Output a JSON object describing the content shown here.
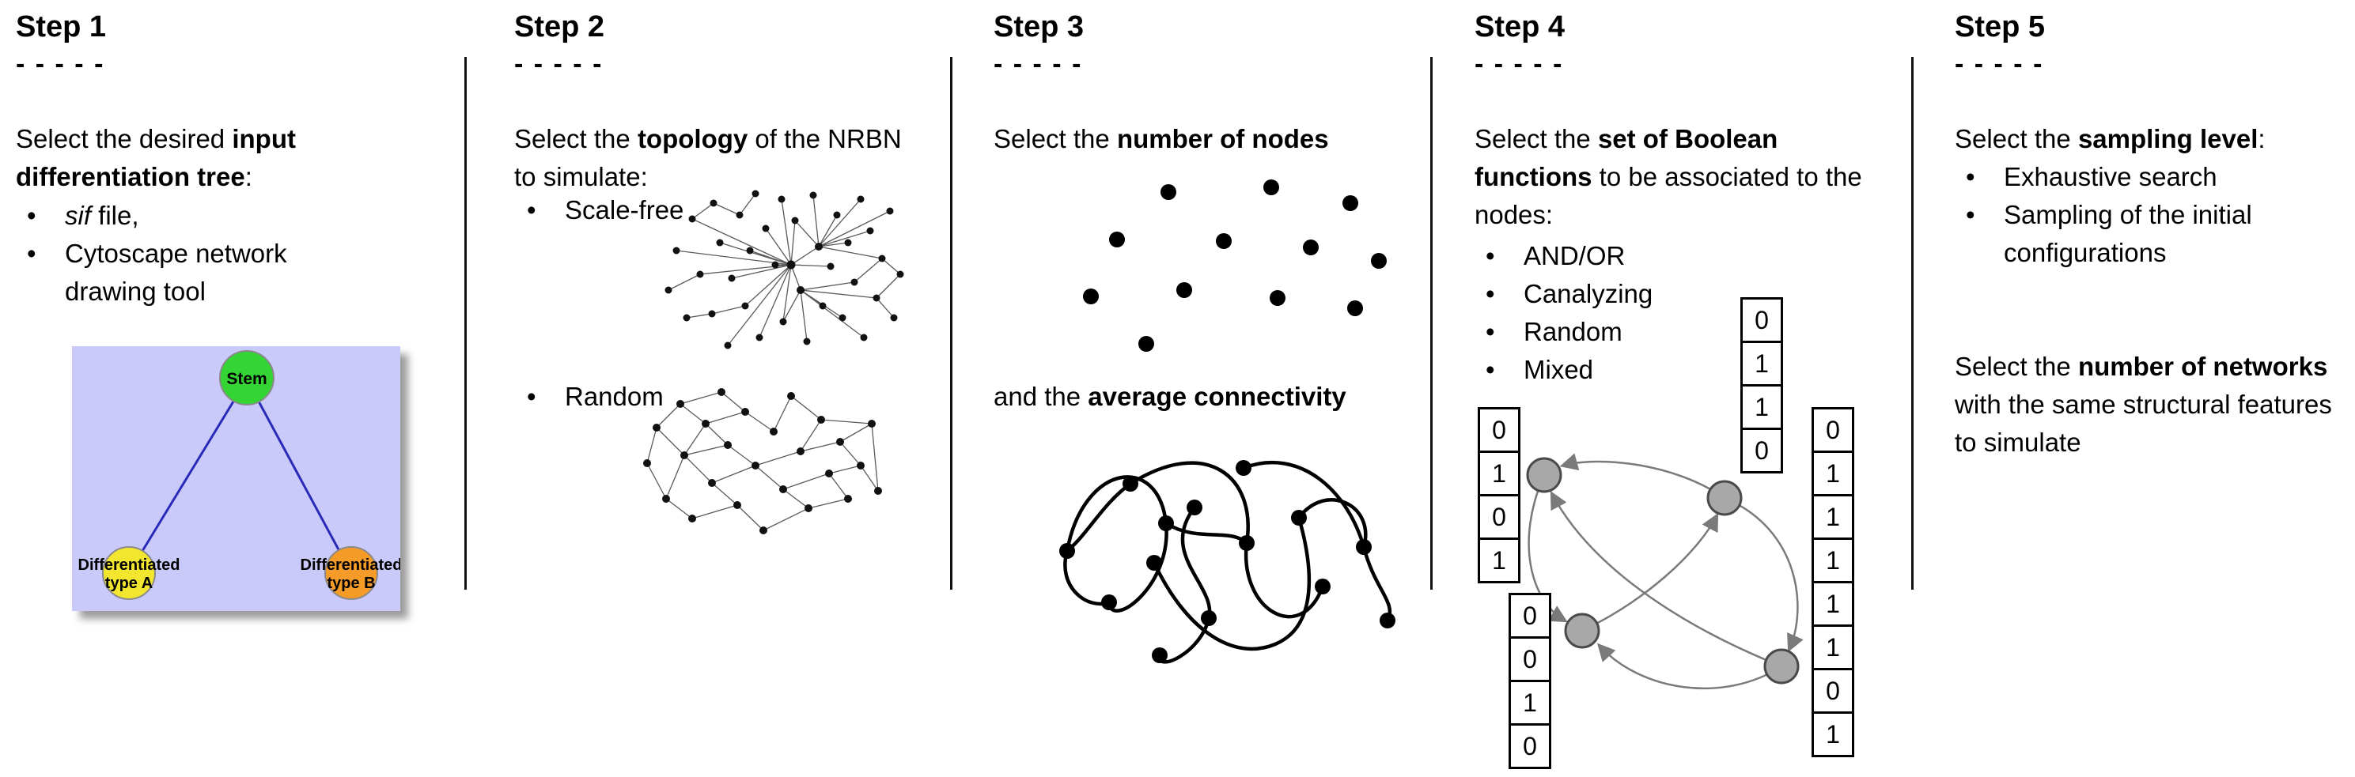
{
  "figure": {
    "type": "workflow-diagram",
    "panel_count": 5
  },
  "colors": {
    "tree_background": "#c9c9fa",
    "stem_node": "#33d433",
    "type_a_node": "#f2e72e",
    "type_b_node": "#f59b28",
    "tree_edge": "#2a2ab8",
    "boolean_node": "#a8a8a8",
    "arrow": "#7a7a7a",
    "text": "#000000"
  },
  "steps": [
    {
      "title": "Step 1",
      "dashes": "- - - - -",
      "intro": [
        {
          "text": "Select the desired "
        },
        {
          "text": "input differentiation tree",
          "bold": true
        },
        {
          "text": ":"
        }
      ],
      "bullets": [
        {
          "segments": [
            {
              "text": "sif",
              "italic": true
            },
            {
              "text": " file,"
            }
          ]
        },
        {
          "segments": [
            {
              "text": "Cytoscape network drawing tool"
            }
          ]
        }
      ],
      "tree": {
        "root": "Stem",
        "leaf_a_line1": "Differentiated",
        "leaf_a_line2": "type A",
        "leaf_b_line1": "Differentiated",
        "leaf_b_line2": "type B"
      }
    },
    {
      "title": "Step 2",
      "dashes": "- - - - -",
      "intro": [
        {
          "text": "Select the "
        },
        {
          "text": "topology",
          "bold": true
        },
        {
          "text": " of the NRBN to simulate:"
        }
      ],
      "bullets": [
        {
          "label": "Scale-free"
        },
        {
          "label": "Random"
        }
      ]
    },
    {
      "title": "Step 3",
      "dashes": "- - - - -",
      "intro": [
        {
          "text": "Select the "
        },
        {
          "text": "number of nodes",
          "bold": true
        }
      ],
      "second": [
        {
          "text": "and the "
        },
        {
          "text": "average connectivity",
          "bold": true
        }
      ]
    },
    {
      "title": "Step 4",
      "dashes": "- - - - -",
      "intro": [
        {
          "text": "Select the "
        },
        {
          "text": "set of Boolean functions",
          "bold": true
        },
        {
          "text": " to be associated to the nodes:"
        }
      ],
      "bullets": [
        {
          "label": "AND/OR"
        },
        {
          "label": "Canalyzing"
        },
        {
          "label": "Random"
        },
        {
          "label": "Mixed"
        }
      ],
      "truth_tables": {
        "top": [
          "0",
          "1",
          "1",
          "0"
        ],
        "left": [
          "0",
          "1",
          "0",
          "1"
        ],
        "bottom_left": [
          "0",
          "0",
          "1",
          "0"
        ],
        "right": [
          "0",
          "1",
          "1",
          "1",
          "1",
          "1",
          "0",
          "1"
        ]
      }
    },
    {
      "title": "Step 5",
      "dashes": "- - - - -",
      "intro": [
        {
          "text": "Select the "
        },
        {
          "text": "sampling level",
          "bold": true
        },
        {
          "text": ":"
        }
      ],
      "bullets": [
        {
          "label": "Exhaustive search"
        },
        {
          "label": "Sampling of the initial configurations"
        }
      ],
      "second": [
        {
          "text": "Select the "
        },
        {
          "text": "number of networks",
          "bold": true
        },
        {
          "text": " with the same structural features to simulate"
        }
      ]
    }
  ]
}
